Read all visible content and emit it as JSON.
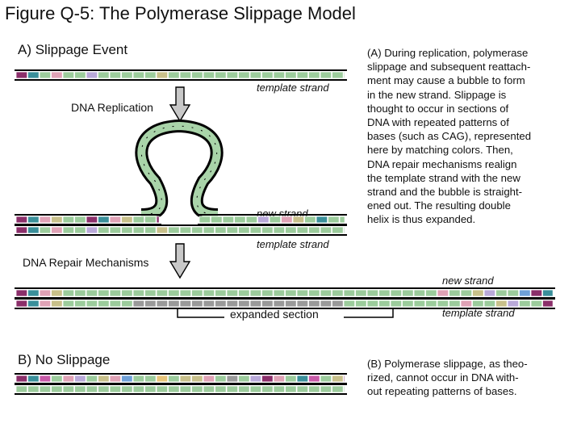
{
  "title": "Figure Q-5: The Polymerase Slippage Model",
  "section_a": {
    "heading": "A) Slippage Event",
    "template_label_1": "template strand",
    "step_replication": "DNA Replication",
    "new_label_1": "new strand",
    "template_label_2": "template strand",
    "step_repair": "DNA Repair Mechanisms",
    "new_label_2": "new strand",
    "template_label_3": "template strand",
    "expanded_label": "expanded section",
    "description": "(A) During replication, polymerase\nslippage and subsequent reattach-\nment may cause a bubble to form\nin the new strand.  Slippage is\nthought to occur in sections of\nDNA with repeated patterns of\nbases (such as CAG), represented\nhere by matching colors.  Then,\nDNA repair mechanisms realign\nthe template strand with the new\nstrand and the bubble is straight-\nened out.  The resulting double\nhelix is thus expanded."
  },
  "section_b": {
    "heading": "B) No Slippage",
    "description": "(B) Polymerase slippage, as theo-\nrized, cannot occur in DNA with-\nout repeating patterns of bases."
  },
  "colors": {
    "strand_outline": "#000000",
    "green_base": "#9ccc9c",
    "bubble_fill": "#a9d4a9",
    "arrow_fill": "#c8c8c8",
    "base_purple": "#8b2f6a",
    "base_teal": "#3a8f9a",
    "base_pink": "#e0a2b6",
    "base_lavender": "#b9a9d9",
    "base_sand": "#c8c08a",
    "base_gold": "#e8c57a",
    "base_blue": "#6fa0d8",
    "base_gray": "#9a9a9a",
    "base_magenta": "#c85aa8"
  }
}
